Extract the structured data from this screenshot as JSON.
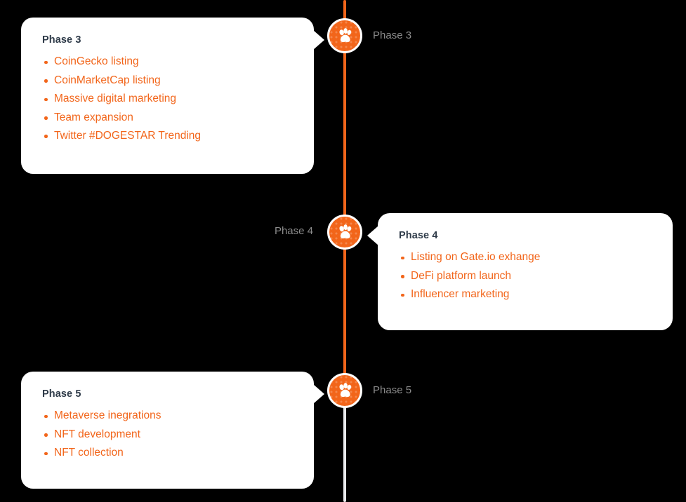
{
  "theme": {
    "background": "#000000",
    "accent": "#F2651A",
    "card_background": "#FFFFFF",
    "card_title_color": "#2F3B49",
    "spine_label_color": "#8C8C8C",
    "spine_inactive_color": "#E8EAEC"
  },
  "timeline": {
    "marker_icon": "paw-print-icon",
    "milestones": [
      {
        "id": "phase-3",
        "spine_label": "Phase 3",
        "spine_label_side": "right",
        "card_side": "left",
        "card": {
          "title": "Phase 3",
          "items": [
            "CoinGecko listing",
            "CoinMarketCap listing",
            "Massive digital marketing",
            "Team expansion",
            "Twitter #DOGESTAR Trending"
          ]
        }
      },
      {
        "id": "phase-4",
        "spine_label": "Phase 4",
        "spine_label_side": "left",
        "card_side": "right",
        "card": {
          "title": "Phase 4",
          "items": [
            "Listing on Gate.io exhange",
            "DeFi platform launch",
            "Influencer marketing"
          ]
        }
      },
      {
        "id": "phase-5",
        "spine_label": "Phase 5",
        "spine_label_side": "right",
        "card_side": "left",
        "card": {
          "title": "Phase 5",
          "items": [
            "Metaverse inegrations",
            "NFT development",
            "NFT collection"
          ]
        }
      }
    ]
  }
}
